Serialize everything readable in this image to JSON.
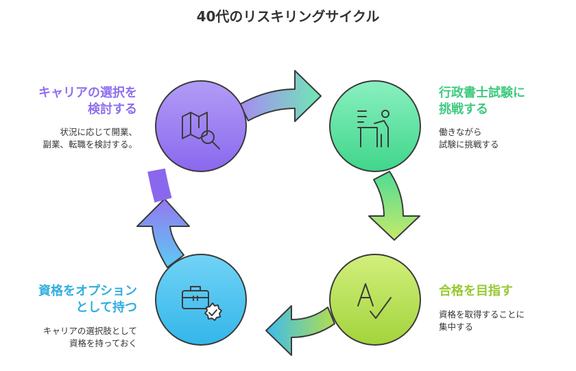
{
  "title": "40代のリスキリングサイクル",
  "colors": {
    "purple": "#8f6ff0",
    "green": "#3fd68a",
    "lime": "#9fd33a",
    "blue": "#3bb9ec",
    "outline": "#3a3a3a"
  },
  "stages": [
    {
      "heading": "キャリアの選択を\n検討する",
      "description": "状況に応じて開業、\n副業、転職を検討する。",
      "icon": "map-search-icon"
    },
    {
      "heading": "行政書士試験に\n挑戦する",
      "description": "働きながら\n試験に挑戦する",
      "icon": "study-desk-icon"
    },
    {
      "heading": "合格を目指す",
      "description": "資格を取得することに\n集中する",
      "icon": "spell-check-icon"
    },
    {
      "heading": "資格をオプション\nとして持つ",
      "description": "キャリアの選択肢として\n資格を持っておく",
      "icon": "briefcase-badge-icon"
    }
  ]
}
